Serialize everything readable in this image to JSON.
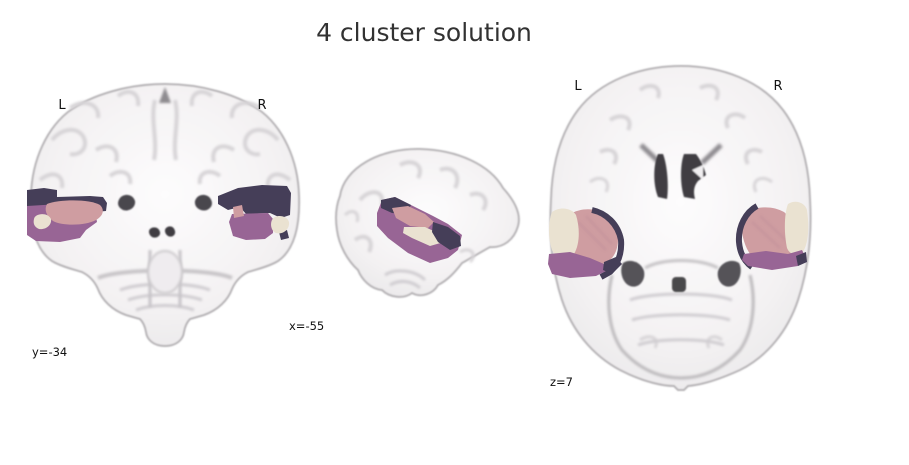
{
  "figure": {
    "title": "4 cluster solution"
  },
  "views": {
    "coronal": {
      "hemi_left_label": "L",
      "hemi_right_label": "R",
      "coord_label": "y=-34"
    },
    "sagittal": {
      "coord_label": "x=-55"
    },
    "axial": {
      "hemi_left_label": "L",
      "hemi_right_label": "R",
      "coord_label": "z=7"
    }
  },
  "clusters": [
    {
      "id": 1,
      "name": "cluster-1-dark-purple",
      "color": "#453e58"
    },
    {
      "id": 2,
      "name": "cluster-2-pink",
      "color": "#cf9da1"
    },
    {
      "id": 3,
      "name": "cluster-3-mauve",
      "color": "#986595"
    },
    {
      "id": 4,
      "name": "cluster-4-cream",
      "color": "#eae2d1"
    }
  ],
  "chart_data": {
    "type": "other",
    "subtype": "brain_slice_cluster_map",
    "title": "4 cluster solution",
    "n_clusters": 4,
    "cluster_colors": [
      "#453e58",
      "#cf9da1",
      "#986595",
      "#eae2d1"
    ],
    "slices": [
      {
        "plane": "coronal",
        "axis": "y",
        "coordinate": -34,
        "label": "y=-34",
        "orientation_labels": [
          "L",
          "R"
        ]
      },
      {
        "plane": "sagittal",
        "axis": "x",
        "coordinate": -55,
        "label": "x=-55",
        "orientation_labels": []
      },
      {
        "plane": "axial",
        "axis": "z",
        "coordinate": 7,
        "label": "z=7",
        "orientation_labels": [
          "L",
          "R"
        ]
      }
    ],
    "legend_position": "none",
    "grid": false,
    "background": "#ffffff"
  }
}
